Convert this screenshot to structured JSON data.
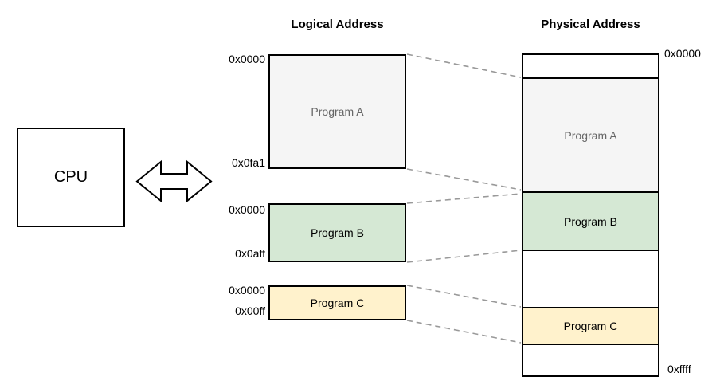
{
  "cpu": {
    "label": "CPU"
  },
  "columns": {
    "logical": {
      "title": "Logical Address"
    },
    "physical": {
      "title": "Physical Address"
    }
  },
  "logical_blocks": [
    {
      "name": "Program A",
      "start_addr": "0x0000",
      "end_addr": "0x0fa1"
    },
    {
      "name": "Program B",
      "start_addr": "0x0000",
      "end_addr": "0x0aff"
    },
    {
      "name": "Program C",
      "start_addr": "0x0000",
      "end_addr": "0x00ff"
    }
  ],
  "physical_memory": {
    "start_addr": "0x0000",
    "end_addr": "0xffff",
    "segments": [
      {
        "name": "",
        "type": "free"
      },
      {
        "name": "Program A",
        "type": "program"
      },
      {
        "name": "Program B",
        "type": "program"
      },
      {
        "name": "",
        "type": "free"
      },
      {
        "name": "Program C",
        "type": "program"
      },
      {
        "name": "",
        "type": "free"
      }
    ]
  },
  "colors": {
    "program_a_fill": "#f5f5f5",
    "program_b_fill": "#d5e8d4",
    "program_c_fill": "#fff2cc",
    "border": "#000000",
    "muted_text": "#666666",
    "mapping_line": "#999999"
  }
}
